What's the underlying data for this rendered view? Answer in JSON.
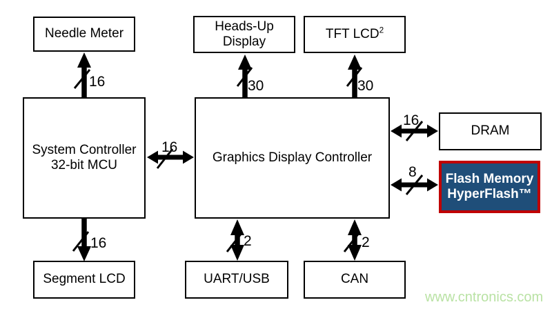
{
  "nodes": {
    "needle_meter": {
      "label": "Needle Meter"
    },
    "heads_up_display": {
      "label": "Heads-Up\nDisplay"
    },
    "tft_lcd": {
      "label": "TFT LCD",
      "superscript": "2"
    },
    "system_controller": {
      "label": "System Controller\n32-bit MCU"
    },
    "graphics_display_controller": {
      "label": "Graphics Display Controller"
    },
    "dram": {
      "label": "DRAM"
    },
    "flash_memory": {
      "label": "Flash Memory\nHyperFlash™",
      "bg_color": "#1f4e79",
      "border_color": "#c00000",
      "text_color": "#ffffff"
    },
    "segment_lcd": {
      "label": "Segment LCD"
    },
    "uart_usb": {
      "label": "UART/USB"
    },
    "can": {
      "label": "CAN"
    }
  },
  "buses": {
    "sysctrl_needle_meter": {
      "width": "16"
    },
    "gdc_heads_up_display": {
      "width": "30"
    },
    "gdc_tft_lcd": {
      "width": "30"
    },
    "sysctrl_gdc": {
      "width": "16"
    },
    "gdc_dram": {
      "width": "16"
    },
    "gdc_flash_memory": {
      "width": "8"
    },
    "sysctrl_segment_lcd": {
      "width": "16"
    },
    "gdc_uart_usb": {
      "width": "2"
    },
    "gdc_can": {
      "width": "2"
    }
  },
  "watermark": {
    "text": "www.cntronics.com",
    "color": "#b9e2a4"
  },
  "arrow_color": "#000000"
}
